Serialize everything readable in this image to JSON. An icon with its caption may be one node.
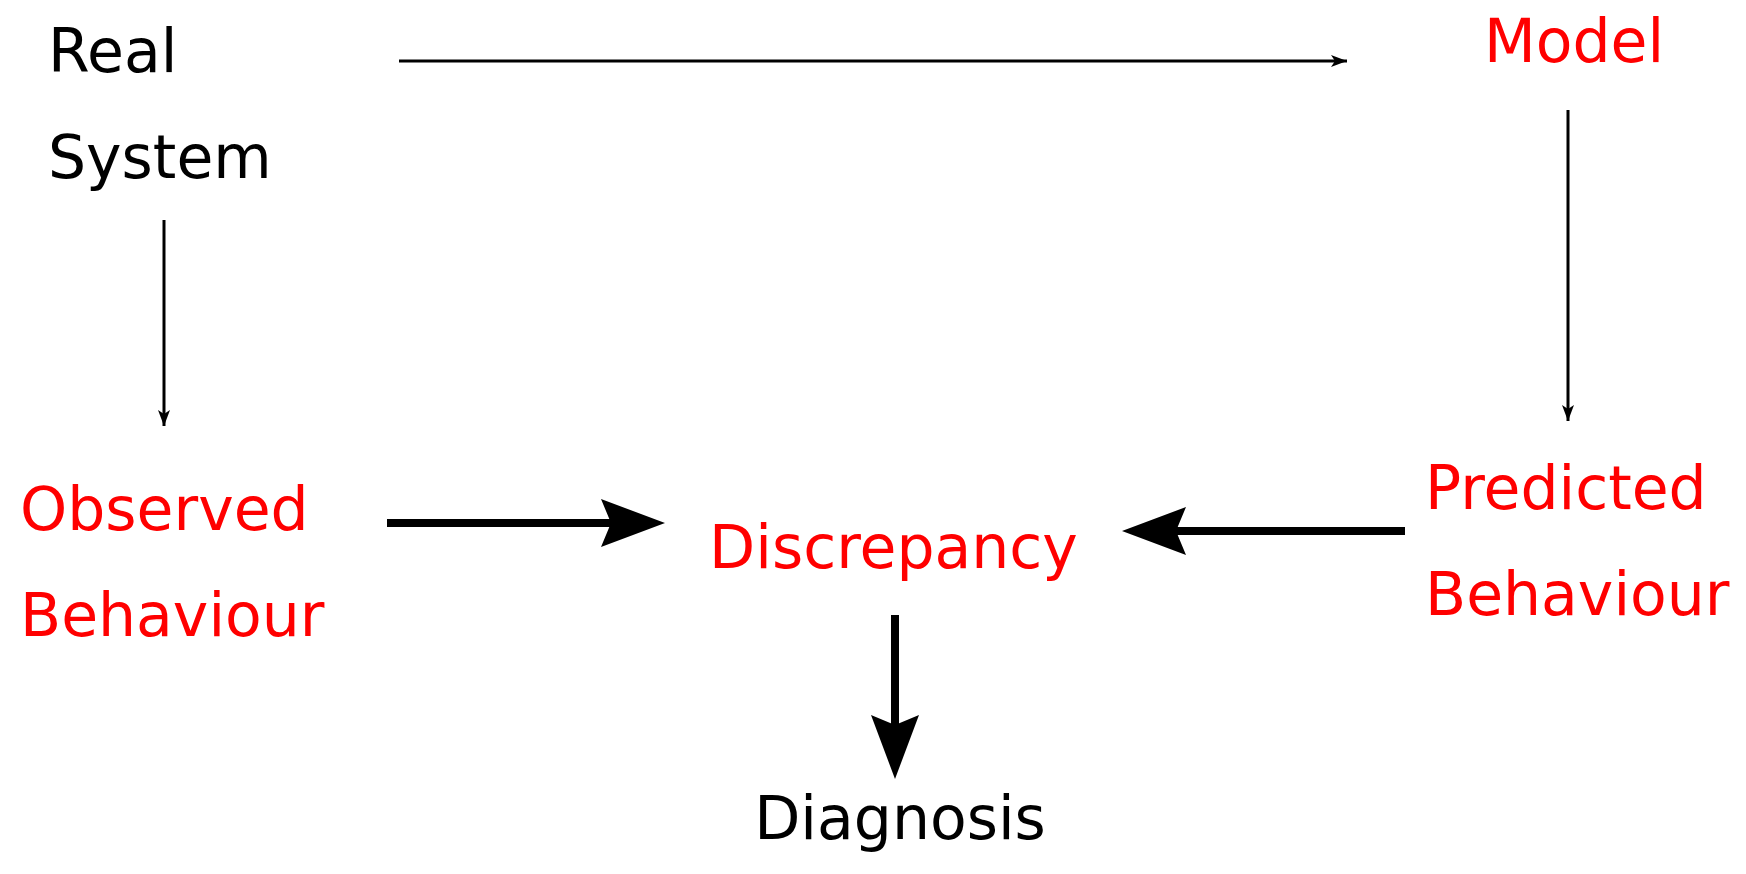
{
  "diagram": {
    "nodes": [
      {
        "text": [
          "Real System"
        ]
      },
      {
        "text": [
          "Model"
        ]
      },
      {
        "text": [
          "Observed Behaviour"
        ]
      },
      {
        "text": [
          "Discrepancy"
        ]
      },
      {
        "text": [
          "Predicted Behaviour"
        ]
      },
      {
        "text": [
          "Diagnosis"
        ]
      }
    ],
    "edges": [
      {
        "from": 0,
        "to": 1,
        "arrow": "to"
      },
      {
        "from": 0,
        "to": 2,
        "arrow": "to"
      },
      {
        "from": 1,
        "to": 4,
        "arrow": "to"
      },
      {
        "from": 2,
        "to": 3,
        "arrow": "to",
        "style": "thick"
      },
      {
        "from": 4,
        "to": 3,
        "arrow": "to",
        "style": "thick"
      },
      {
        "from": 3,
        "to": 5,
        "arrow": "to",
        "style": "thick"
      }
    ]
  }
}
